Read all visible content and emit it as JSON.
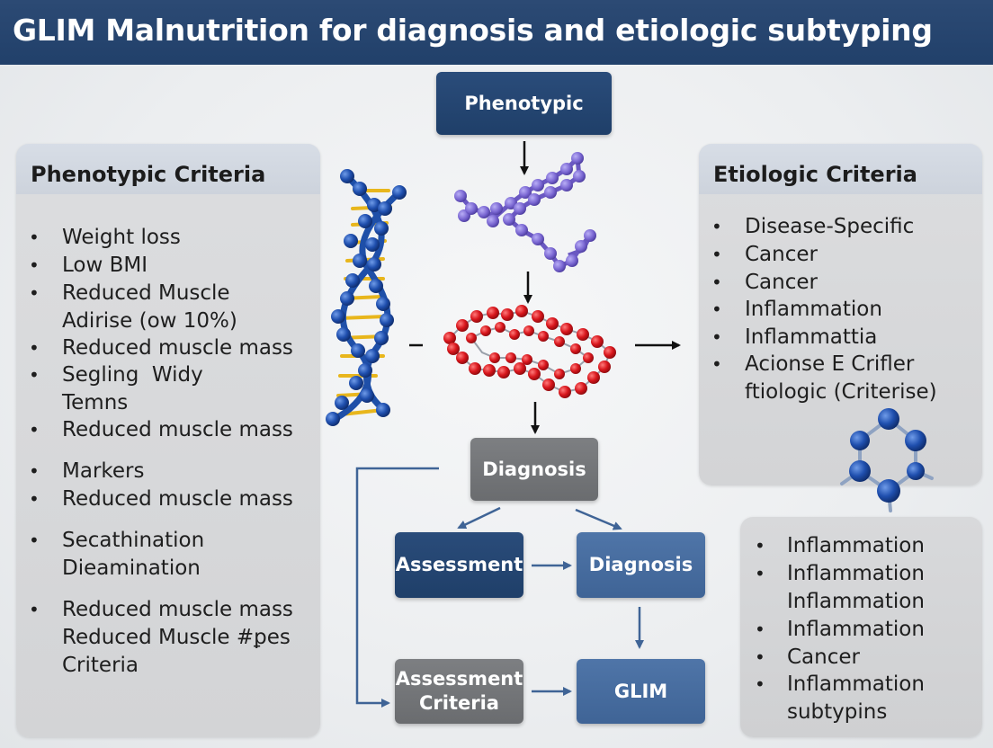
{
  "title": "GLIM Malnutrition for diagnosis and etiologic subtyping",
  "left_panel": {
    "heading": "Phenotypic Criteria",
    "items": [
      "Weight loss",
      "Low BMI",
      "Reduced Muscle\nAdirise (ow 10%)",
      "Reduced muscle mass",
      "Segling  Widy\nTemns",
      "Reduced muscle mass",
      "Markers",
      "Reduced muscle mass",
      "Secathination\nDieamination",
      "Reduced muscle mass\nReduced Muscle #ꝑes\nCriteria"
    ]
  },
  "right_panel": {
    "heading": "Etiologic Criteria",
    "items": [
      "Disease-Specific",
      "Cancer",
      "Cancer",
      "Inflammation",
      "Inflammattia",
      "Acionse E Crifler\nftiologic (Criterise)"
    ]
  },
  "right_lower_panel": {
    "items": [
      "Inflammation",
      "Inflammation\nInflammation",
      "Inflammation",
      "Cancer",
      "Inflammation\nsubtypins"
    ]
  },
  "flow": {
    "phenotypic": "Phenotypic",
    "diagnosis_top": "Diagnosis",
    "assessment": "Assessment",
    "diagnosis_right": "Diagnosis",
    "assessment_criteria": "Assessment\nCriteria",
    "glim": "GLIM"
  },
  "colors": {
    "title_bar": "#21406a",
    "box_dark": "#21406a",
    "box_mid": "#4269a0",
    "box_gray": "#717376",
    "arrow": "#3f6496",
    "dna_blue": "#1e4fa8",
    "dna_rung": "#e8b61c",
    "chain_purple": "#7b6ad0",
    "ring_red": "#d8161c"
  },
  "icons": [
    "dna-helix-icon",
    "protein-chain-icon",
    "molecule-ring-icon",
    "hexagon-molecule-icon"
  ]
}
